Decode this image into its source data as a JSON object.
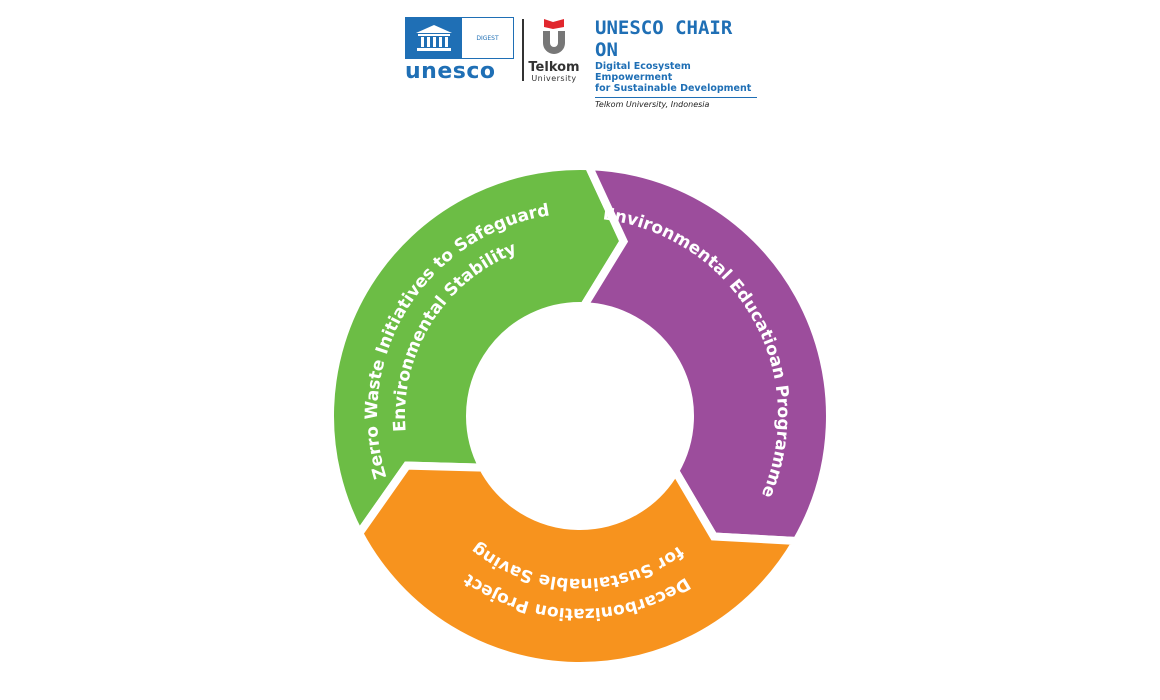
{
  "header": {
    "unesco_word": "unesco",
    "digest_label": "DIGEST",
    "telkom_name": "Telkom",
    "telkom_sub": "University",
    "chair_title": "UNESCO CHAIR ON",
    "chair_line1": "Digital Ecosystem Empowerment",
    "chair_line2": "for Sustainable Development",
    "chair_location": "Telkom University, Indonesia"
  },
  "segments": [
    {
      "id": "zero-waste",
      "lines": [
        "Zerro Waste Initiatives to Safeguard",
        "Environmental Stability"
      ],
      "color": "#6cbd45"
    },
    {
      "id": "education",
      "lines": [
        "Environmental Educatioan Programme"
      ],
      "color": "#9c4d9c"
    },
    {
      "id": "decarbonization",
      "lines": [
        "Decarbonization Project",
        "for Sustainable Saving"
      ],
      "color": "#f7931e"
    }
  ]
}
